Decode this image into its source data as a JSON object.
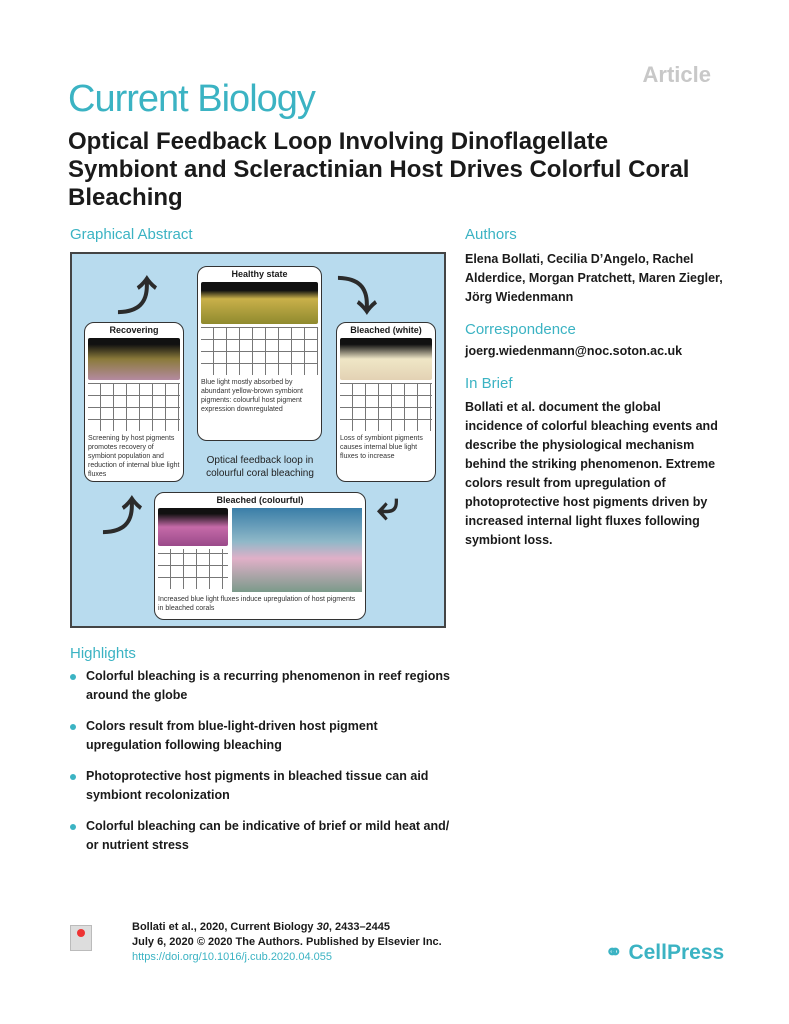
{
  "header": {
    "article_type": "Article",
    "journal": "Current Biology",
    "title": "Optical Feedback Loop Involving Dinoflagellate Symbiont and Scleractinian Host Drives Colorful Coral Bleaching"
  },
  "graphical_abstract": {
    "heading": "Graphical Abstract",
    "center": "Optical feedback loop in colourful coral bleaching",
    "panels": {
      "healthy": {
        "title": "Healthy state",
        "caption": "Blue light mostly absorbed by abundant yellow-brown symbiont pigments: colourful host pigment expression downregulated"
      },
      "bleached_white": {
        "title": "Bleached (white)",
        "caption": "Loss of symbiont pigments causes internal blue light fluxes to increase"
      },
      "recovering": {
        "title": "Recovering",
        "caption": "Screening by host pigments promotes recovery of symbiont population and reduction of internal blue light fluxes"
      },
      "bleached_colourful": {
        "title": "Bleached (colourful)",
        "caption": "Increased blue light fluxes induce upregulation of host pigments in bleached corals"
      }
    }
  },
  "authors": {
    "heading": "Authors",
    "names": "Elena Bollati, Cecilia D’Angelo, Rachel Alderdice, Morgan Pratchett, Maren Ziegler, Jörg Wiedenmann"
  },
  "correspondence": {
    "heading": "Correspondence",
    "email": "joerg.wiedenmann@noc.soton.ac.uk"
  },
  "in_brief": {
    "heading": "In Brief",
    "text": "Bollati et al. document the global incidence of colorful bleaching events and describe the physiological mechanism behind the striking phenomenon. Extreme colors result from upregulation of photoprotective host pigments driven by increased internal light fluxes following symbiont loss."
  },
  "highlights": {
    "heading": "Highlights",
    "items": [
      "Colorful bleaching is a recurring phenomenon in reef regions around the globe",
      "Colors result from blue-light-driven host pigment upregulation following bleaching",
      "Photoprotective host pigments in bleached tissue can aid symbiont recolonization",
      "Colorful bleaching can be indicative of brief or mild heat and/ or nutrient stress"
    ]
  },
  "footer": {
    "citation_prefix": "Bollati et al., 2020, Current Biology ",
    "volume": "30",
    "pages": ", 2433–2445",
    "date_line": "July 6, 2020 © 2020 The Authors. Published by Elsevier Inc.",
    "doi": "https://doi.org/10.1016/j.cub.2020.04.055",
    "publisher": "CellPress"
  }
}
